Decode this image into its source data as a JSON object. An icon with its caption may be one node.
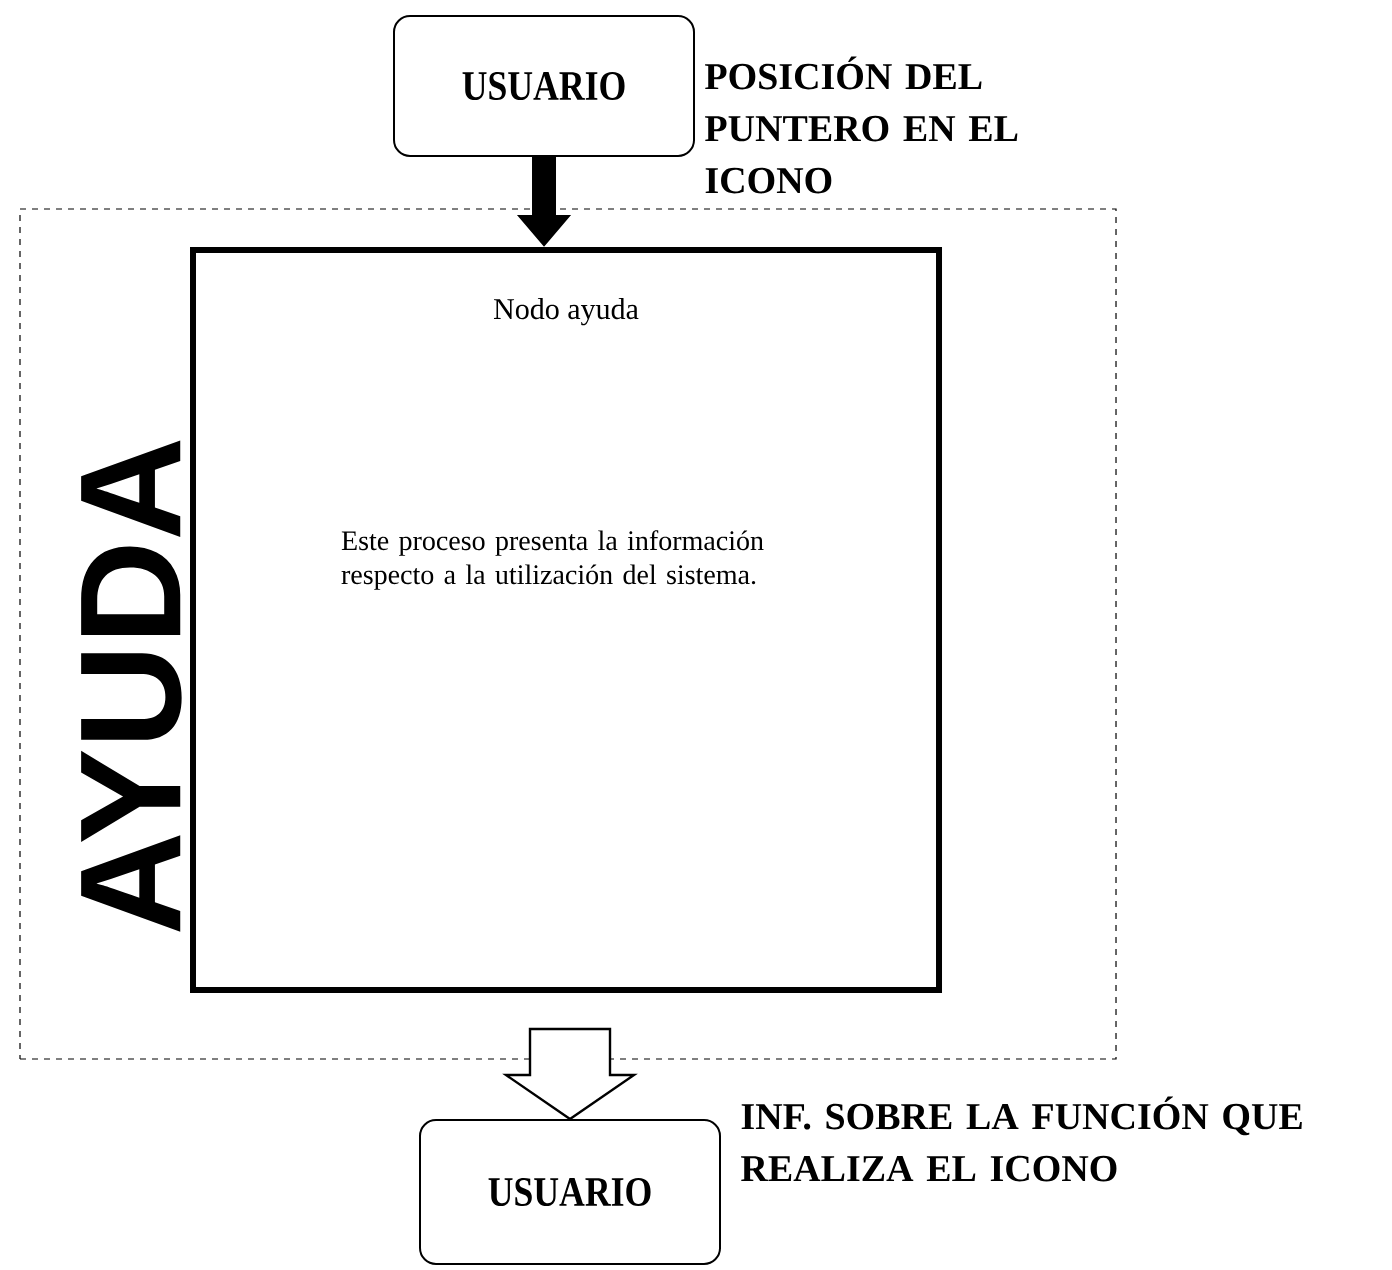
{
  "diagram": {
    "nodes": [
      {
        "text": [
          "USUARIO"
        ]
      },
      {
        "text": [
          "AYUDA"
        ]
      },
      {
        "text": [
          "Nodo ayuda",
          "Este proceso presenta la información respecto a la utilización del sistema."
        ],
        "in": 1
      },
      {
        "text": [
          "USUARIO"
        ]
      }
    ],
    "edges": [
      {
        "from": 0,
        "to": 2,
        "arrow": "to",
        "label": "POSICIÓN DEL PUNTERO EN EL ICONO"
      },
      {
        "from": 2,
        "to": 3,
        "arrow": "to",
        "label": "INF. SOBRE LA FUNCIÓN QUE REALIZA EL ICONO"
      }
    ]
  }
}
